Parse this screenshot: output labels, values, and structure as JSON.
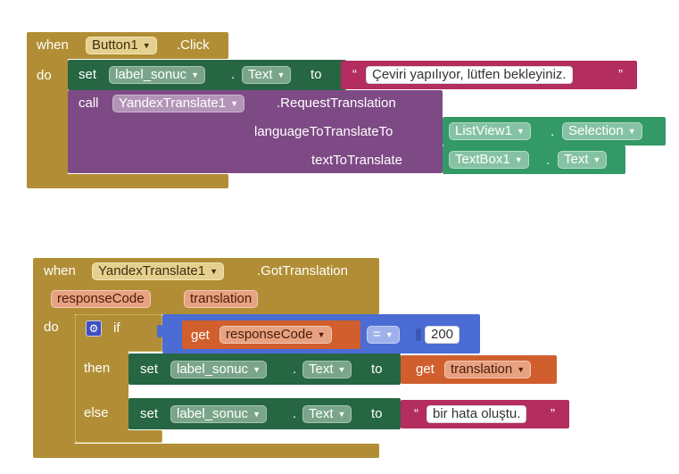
{
  "block1": {
    "when": "when",
    "component": "Button1",
    "event": ".Click",
    "do": "do",
    "set": "set",
    "target": "label_sonuc",
    "dot": ".",
    "property": "Text",
    "to": "to",
    "string_value": "Çeviri yapılıyor, lütfen bekleyiniz.",
    "call": "call",
    "call_component": "YandexTranslate1",
    "method": ".RequestTranslation",
    "arg1_label": "languageToTranslateTo",
    "arg1_component": "ListView1",
    "arg1_property": "Selection",
    "arg2_label": "textToTranslate",
    "arg2_component": "TextBox1",
    "arg2_property": "Text"
  },
  "block2": {
    "when": "when",
    "component": "YandexTranslate1",
    "event": ".GotTranslation",
    "param1": "responseCode",
    "param2": "translation",
    "do": "do",
    "if": "if",
    "get": "get",
    "compare_var": "responseCode",
    "operator": "=",
    "compare_value": "200",
    "then": "then",
    "then_set": "set",
    "then_target": "label_sonuc",
    "then_dot": ".",
    "then_property": "Text",
    "then_to": "to",
    "then_get": "get",
    "then_var": "translation",
    "else": "else",
    "else_set": "set",
    "else_target": "label_sonuc",
    "else_dot": ".",
    "else_property": "Text",
    "else_to": "to",
    "else_string": "bir hata oluştu."
  },
  "colors": {
    "event": "#b18e35",
    "setter": "#266643",
    "method_call": "#7e4a85",
    "getter": "#339966",
    "text": "#b32d5e",
    "variable": "#d05f2d",
    "math": "#4a6cd4"
  },
  "icons": {
    "dropdown": "triangle-down",
    "mutator": "gear"
  }
}
